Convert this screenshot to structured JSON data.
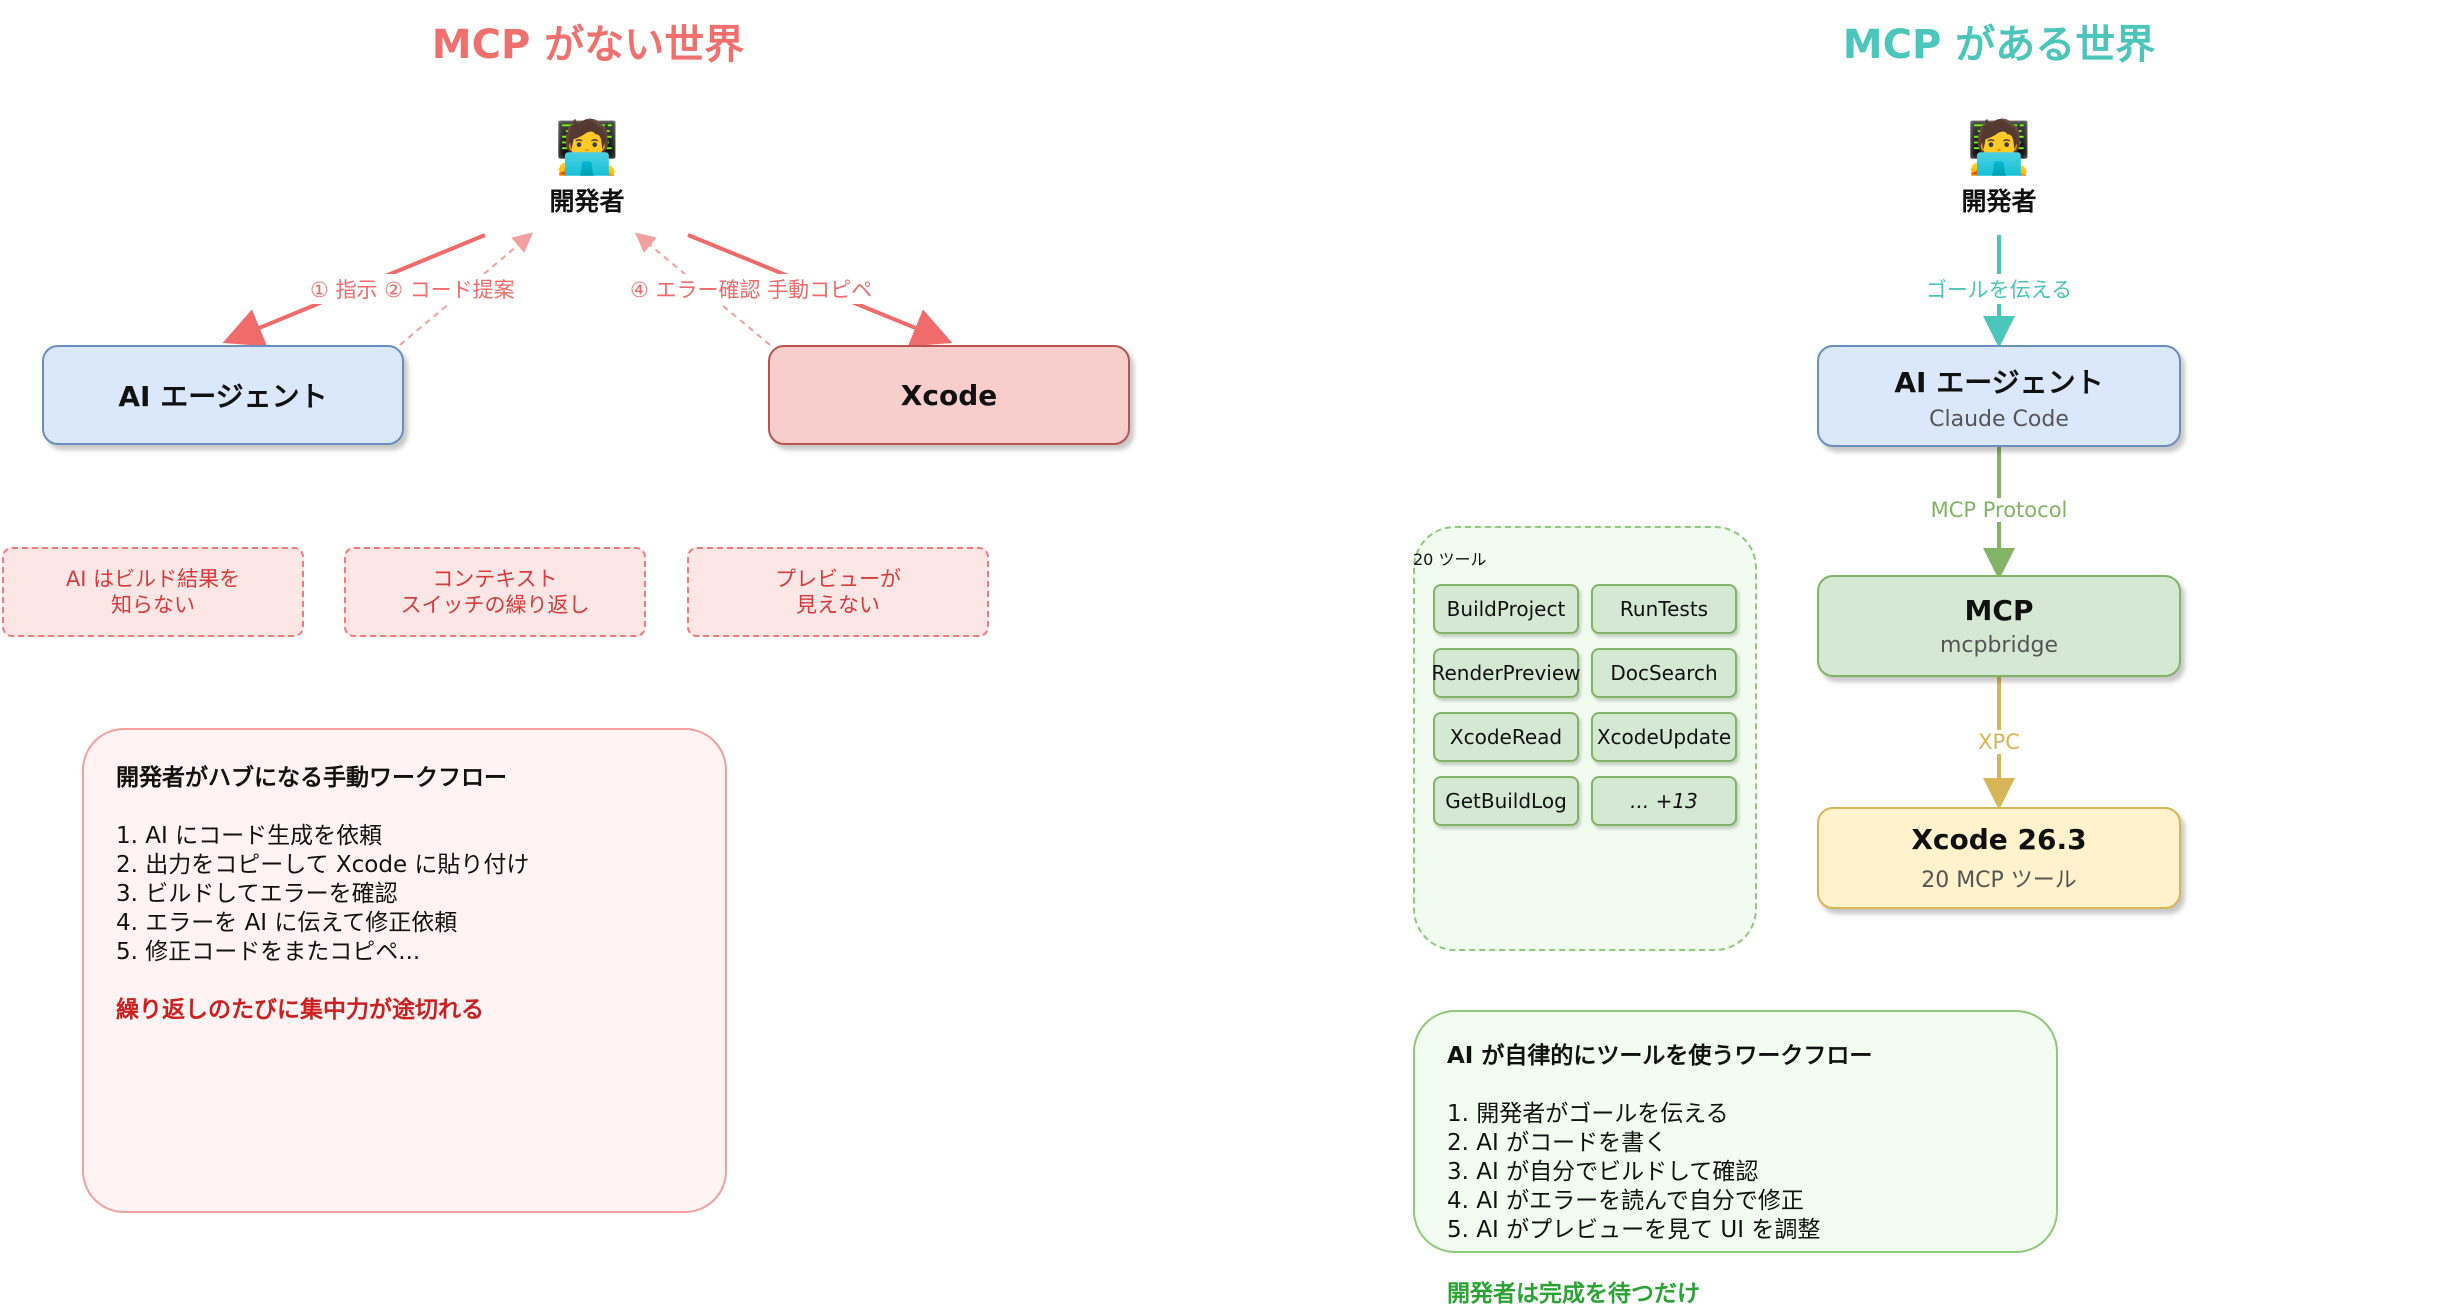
{
  "left": {
    "title": "MCP がない世界",
    "developer": {
      "emoji": "🧑‍💻",
      "label": "開発者"
    },
    "arrow_labels": {
      "ai_side": "① 指示 ② コード提案",
      "xcode_side": "④ エラー確認 手動コピペ"
    },
    "agent_box": "AI エージェント",
    "xcode_box": "Xcode",
    "pain_points": [
      {
        "line1": "AI はビルド結果を",
        "line2": "知らない"
      },
      {
        "line1": "コンテキスト",
        "line2": "スイッチの繰り返し"
      },
      {
        "line1": "プレビューが",
        "line2": "見えない"
      }
    ],
    "workflow": {
      "heading": "開発者がハブになる手動ワークフロー",
      "steps": [
        "1. AI にコード生成を依頼",
        "2. 出力をコピーして Xcode に貼り付け",
        "3. ビルドしてエラーを確認",
        "4. エラーを AI に伝えて修正依頼",
        "5. 修正コードをまたコピペ..."
      ],
      "conclusion": "繰り返しのたびに集中力が途切れる"
    }
  },
  "right": {
    "title": "MCP がある世界",
    "developer": {
      "emoji": "🧑‍💻",
      "label": "開発者"
    },
    "arrow_labels": {
      "goal": "ゴールを伝える",
      "protocol": "MCP Protocol",
      "xpc": "XPC"
    },
    "agent_box": {
      "title": "AI エージェント",
      "subtitle": "Claude Code"
    },
    "mcp_box": {
      "title": "MCP",
      "subtitle": "mcpbridge"
    },
    "xcode_box": {
      "title": "Xcode 26.3",
      "subtitle": "20 MCP ツール"
    },
    "tools_panel": {
      "heading": "20 ツール",
      "tools": [
        "BuildProject",
        "RunTests",
        "RenderPreview",
        "DocSearch",
        "XcodeRead",
        "XcodeUpdate",
        "GetBuildLog",
        "... +13"
      ]
    },
    "workflow": {
      "heading": "AI が自律的にツールを使うワークフロー",
      "steps": [
        "1. 開発者がゴールを伝える",
        "2. AI がコードを書く",
        "3. AI が自分でビルドして確認",
        "4. AI がエラーを読んで自分で修正",
        "5. AI がプレビューを見て UI を調整"
      ]
    },
    "conclusion": "開発者は完成を待つだけ"
  },
  "colors": {
    "left_accent": "#f0706e",
    "right_accent": "#4cc5bb",
    "protocol_green": "#82b366",
    "xpc_gold": "#d6b656"
  }
}
